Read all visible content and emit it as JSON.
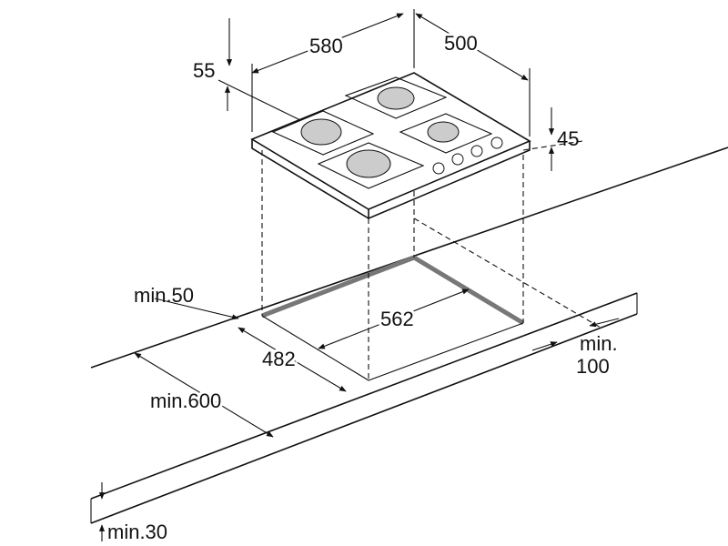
{
  "diagram": {
    "title": "Gas hob installation dimensions",
    "labels": {
      "width": "580",
      "depth": "500",
      "height_total": "55",
      "height_top": "45",
      "min_side": "min.50",
      "cutout_width": "562",
      "cutout_depth": "482",
      "min_back_line1": "min.",
      "min_back_line2": "100",
      "min_worktop_depth": "min.600",
      "min_worktop_thickness": "min.30"
    },
    "colors": {
      "line": "#111111",
      "cutout_edge": "#777777"
    }
  }
}
